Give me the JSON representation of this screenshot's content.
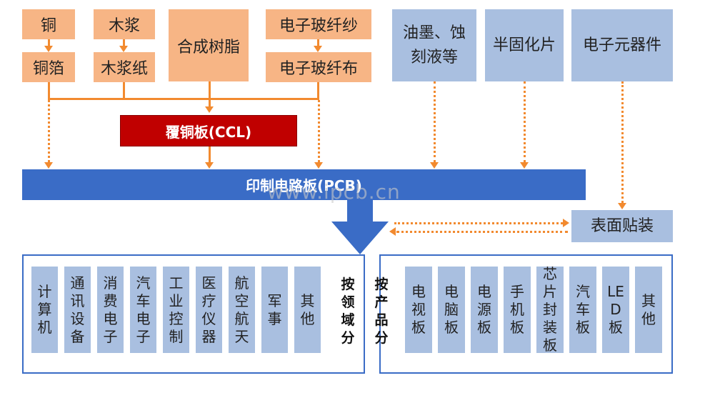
{
  "top_left": {
    "copper": "铜",
    "copper_foil": "铜箔",
    "pulp": "木浆",
    "pulp_paper": "木浆纸",
    "resin": "合成树脂",
    "glass_yarn": "电子玻纤纱",
    "glass_cloth": "电子玻纤布"
  },
  "top_right": {
    "ink": "油墨、蚀刻液等",
    "prepreg": "半固化片",
    "components": "电子元器件"
  },
  "ccl": "覆铜板(CCL)",
  "pcb": "印制电路板(PCB)",
  "smt": "表面贴装",
  "watermark": "www.ipcb.cn",
  "by_field": {
    "label": "按领域分",
    "items": [
      "计算机",
      "通讯设备",
      "消费电子",
      "汽车电子",
      "工业控制",
      "医疗仪器",
      "航空航天",
      "军事",
      "其他"
    ]
  },
  "by_product": {
    "label": "按产品分",
    "items": [
      "电视板",
      "电脑板",
      "电源板",
      "手机板",
      "芯片封装板",
      "汽车板",
      "LED板",
      "其他"
    ]
  },
  "colors": {
    "orange": "#f7b585",
    "light_blue": "#a9bfe0",
    "ccl_red": "#c00000",
    "pcb_blue": "#3a6cc6",
    "connector": "#f28a2f"
  }
}
